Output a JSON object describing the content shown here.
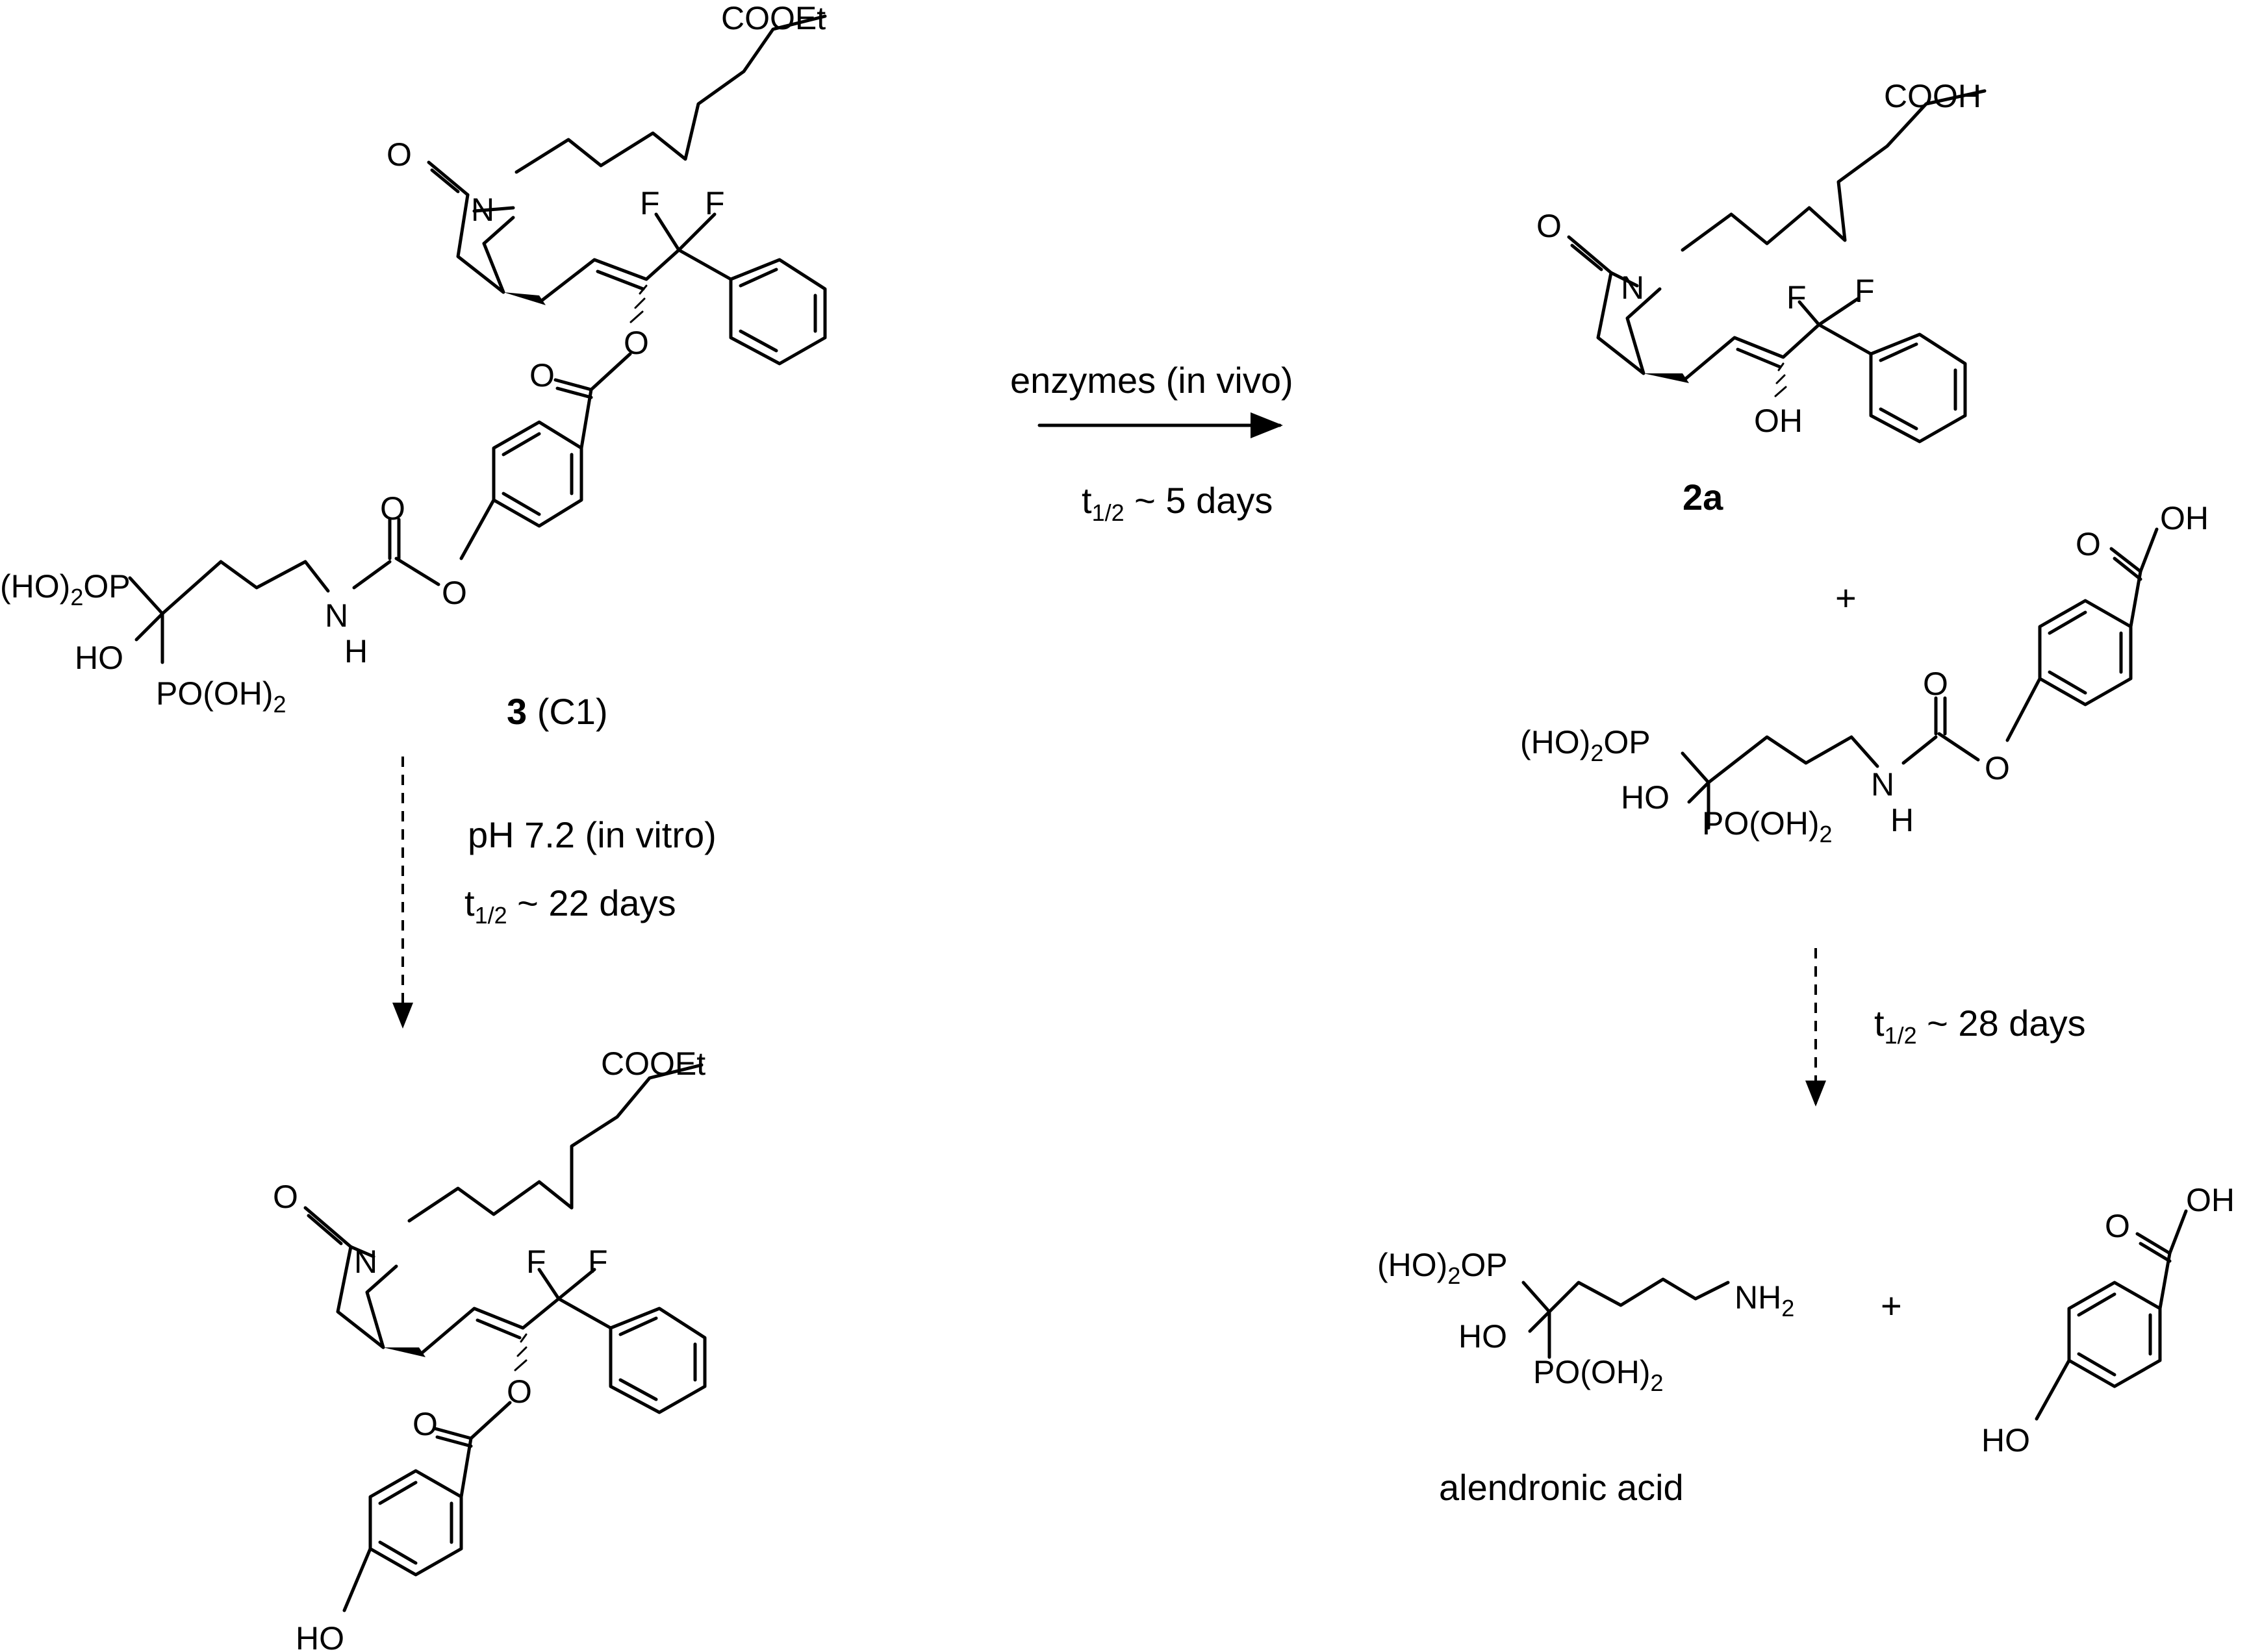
{
  "scheme": {
    "compound_3": {
      "number": "3",
      "suffix": " (C1)"
    },
    "compound_2a": {
      "label": "2a"
    },
    "arrow_enzymes": {
      "text": "enzymes (in vivo)",
      "halflife_t": "t",
      "halflife_sub": "1/2",
      "halflife_rest": " ~ 5 days"
    },
    "arrow_ph": {
      "text": "pH 7.2  (in vitro)",
      "halflife_t": "t",
      "halflife_sub": "1/2",
      "halflife_rest": " ~ 22 days"
    },
    "arrow_final": {
      "halflife_t": "t",
      "halflife_sub": "1/2",
      "halflife_rest": " ~ 28 days"
    },
    "alendronic_label": "alendronic acid",
    "plus": "+",
    "atoms": {
      "COOEt": "COOEt",
      "COOH": "COOH",
      "O": "O",
      "N": "N",
      "F": "F",
      "OH": "OH",
      "HO": "HO",
      "H": "H",
      "NH": "NH",
      "NH2_main": "NH",
      "HO2OP_a": "(HO)",
      "HO2OP_b": "OP",
      "POOH_a": "PO(OH)",
      "two": "2"
    }
  }
}
